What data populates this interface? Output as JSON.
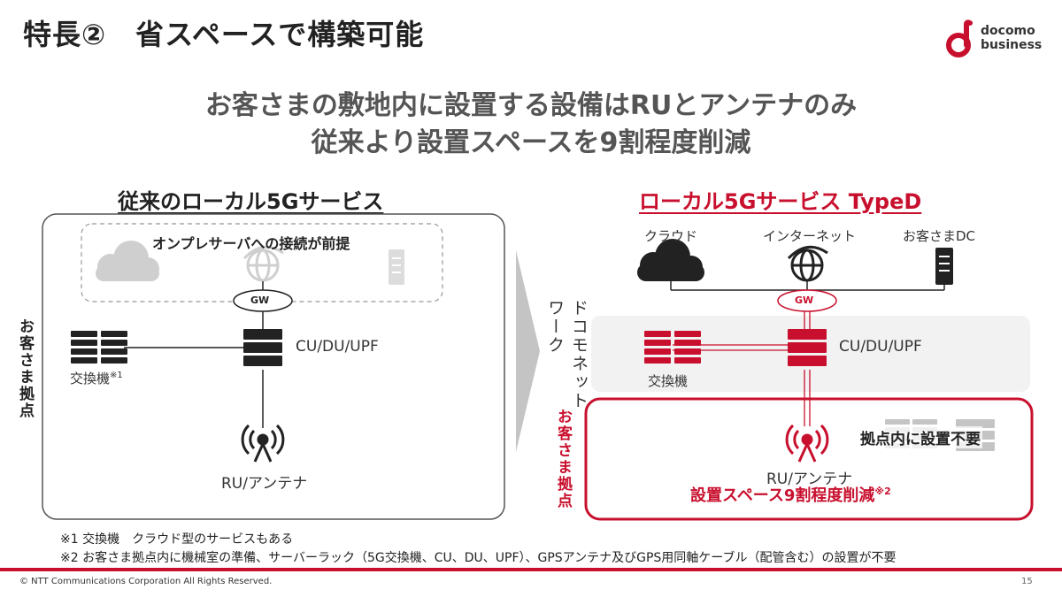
{
  "header": {
    "title": "特長②　省スペースで構築可能",
    "logo_line1": "docomo",
    "logo_line2": "business"
  },
  "headline": {
    "line1": "お客さまの敷地内に設置する設備はRUとアンテナのみ",
    "line2": "従来より設置スペースを9割程度削減"
  },
  "left_panel": {
    "heading": "従来のローカル5Gサービス",
    "onprem_label": "オンプレサーバへの接続が前提",
    "gw_label": "GW",
    "core_label": "CU/DU/UPF",
    "switch_label": "交換機",
    "switch_note": "※1",
    "ru_label": "RU/アンテナ",
    "site_label": "お客さま拠点"
  },
  "right_panel": {
    "heading": "ローカル5Gサービス TypeD",
    "cloud_label": "クラウド",
    "internet_label": "インターネット",
    "dc_label": "お客さまDC",
    "gw_label": "GW",
    "network_label": "ドコモネットワーク",
    "core_label": "CU/DU/UPF",
    "switch_label": "交換機",
    "site_label": "お客さま拠点",
    "not_needed_label": "拠点内に設置不要",
    "ru_label": "RU/アンテナ",
    "reduction_label": "設置スペース9割程度削減",
    "reduction_note": "※2"
  },
  "footnotes": {
    "note1": "※1 交換機　クラウド型のサービスもある",
    "note2": "※2 お客さま拠点内に機械室の準備、サーバーラック（5G交換機、CU、DU、UPF）、GPSアンテナ及びGPS用同軸ケーブル（配管含む）の設置が不要"
  },
  "footer": {
    "copyright": "© NTT Communications Corporation All Rights Reserved.",
    "page": "15"
  },
  "colors": {
    "accent_red": "#c8102e",
    "dark": "#222222",
    "gray": "#bbbbbb"
  }
}
